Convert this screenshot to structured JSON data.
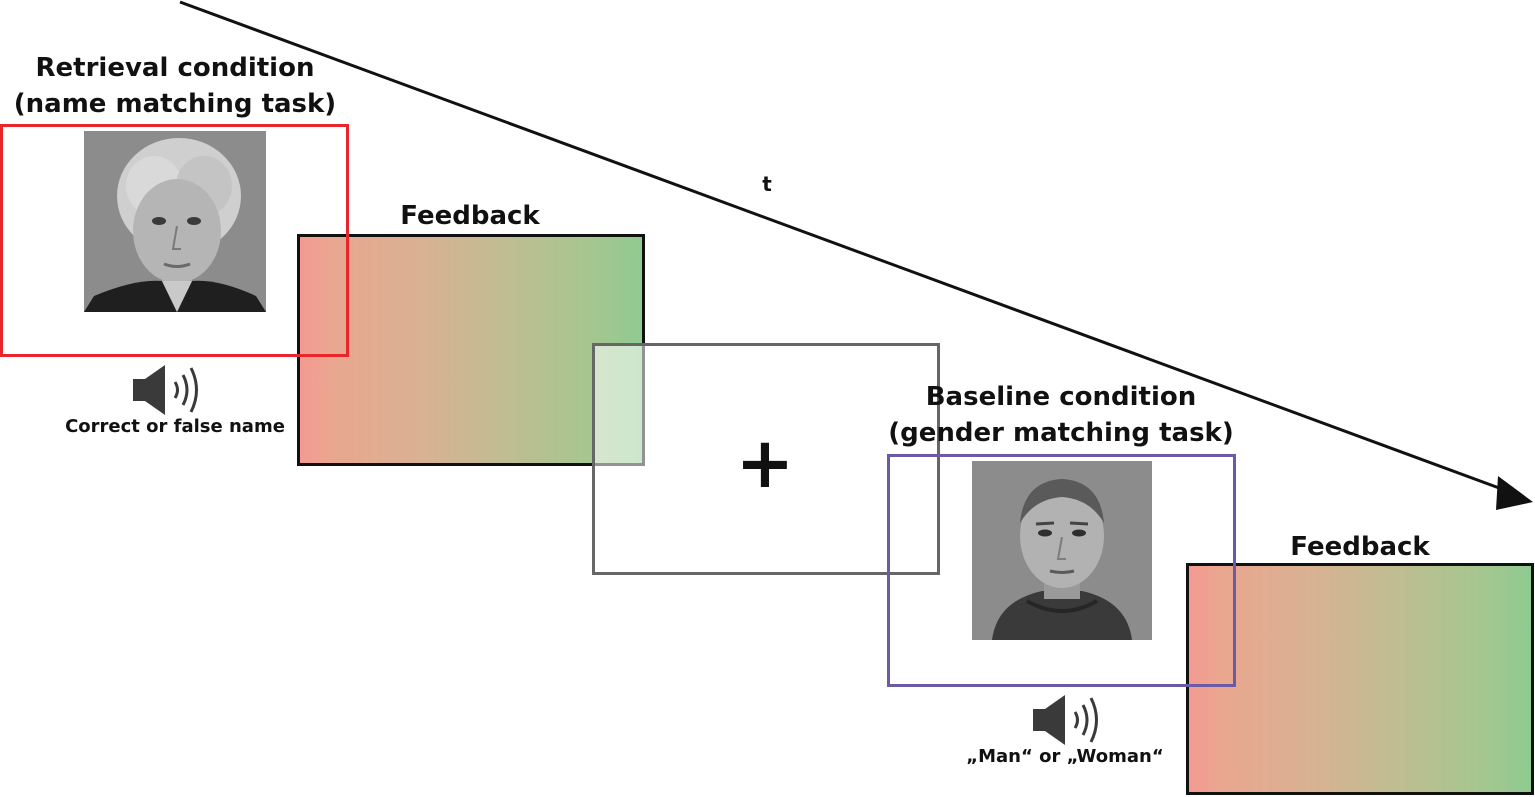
{
  "time_axis": {
    "label": "t"
  },
  "retrieval": {
    "title_line1": "Retrieval condition",
    "title_line2": "(name matching task)",
    "audio_caption": "Correct or false name",
    "frame_color": "#e8262b"
  },
  "feedback_1": {
    "title": "Feedback"
  },
  "fixation": {
    "symbol": "+"
  },
  "baseline": {
    "title_line1": "Baseline condition",
    "title_line2": "(gender matching task)",
    "audio_caption": "„Man“ or „Woman“",
    "frame_color": "#6b5ba6"
  },
  "feedback_2": {
    "title": "Feedback"
  },
  "colors": {
    "feedback_gradient_start": "#f49a92",
    "feedback_gradient_end": "#8fca90"
  }
}
